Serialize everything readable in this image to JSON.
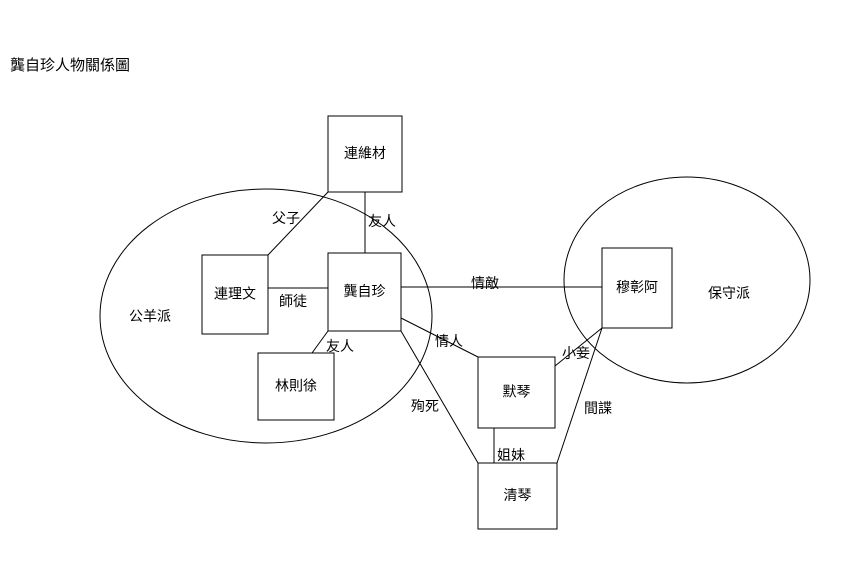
{
  "title": "龔自珍人物關係圖",
  "groups": [
    {
      "id": "gongyang",
      "label": "公羊派"
    },
    {
      "id": "baoshou",
      "label": "保守派"
    }
  ],
  "nodes": [
    {
      "id": "lian_weicai",
      "label": "連維材"
    },
    {
      "id": "gong_zizhen",
      "label": "龔自珍"
    },
    {
      "id": "lian_liwen",
      "label": "連理文"
    },
    {
      "id": "lin_zexu",
      "label": "林則徐"
    },
    {
      "id": "mu_zhanga",
      "label": "穆彰阿"
    },
    {
      "id": "mo_qin",
      "label": "默琴"
    },
    {
      "id": "qing_qin",
      "label": "清琴"
    }
  ],
  "edges": [
    {
      "id": "e_fuzi",
      "from": "lian_weicai",
      "to": "lian_liwen",
      "label": "父子"
    },
    {
      "id": "e_youren1",
      "from": "lian_weicai",
      "to": "gong_zizhen",
      "label": "友人"
    },
    {
      "id": "e_shitu",
      "from": "lian_liwen",
      "to": "gong_zizhen",
      "label": "師徒"
    },
    {
      "id": "e_youren2",
      "from": "gong_zizhen",
      "to": "lin_zexu",
      "label": "友人"
    },
    {
      "id": "e_qingdi",
      "from": "gong_zizhen",
      "to": "mu_zhanga",
      "label": "情敵"
    },
    {
      "id": "e_qingren",
      "from": "gong_zizhen",
      "to": "mo_qin",
      "label": "情人"
    },
    {
      "id": "e_xunsi",
      "from": "gong_zizhen",
      "to": "qing_qin",
      "label": "殉死"
    },
    {
      "id": "e_xiaoqie",
      "from": "mo_qin",
      "to": "mu_zhanga",
      "label": "小妾"
    },
    {
      "id": "e_jiandie",
      "from": "qing_qin",
      "to": "mu_zhanga",
      "label": "間諜"
    },
    {
      "id": "e_jiemei",
      "from": "mo_qin",
      "to": "qing_qin",
      "label": "姐妹"
    }
  ]
}
